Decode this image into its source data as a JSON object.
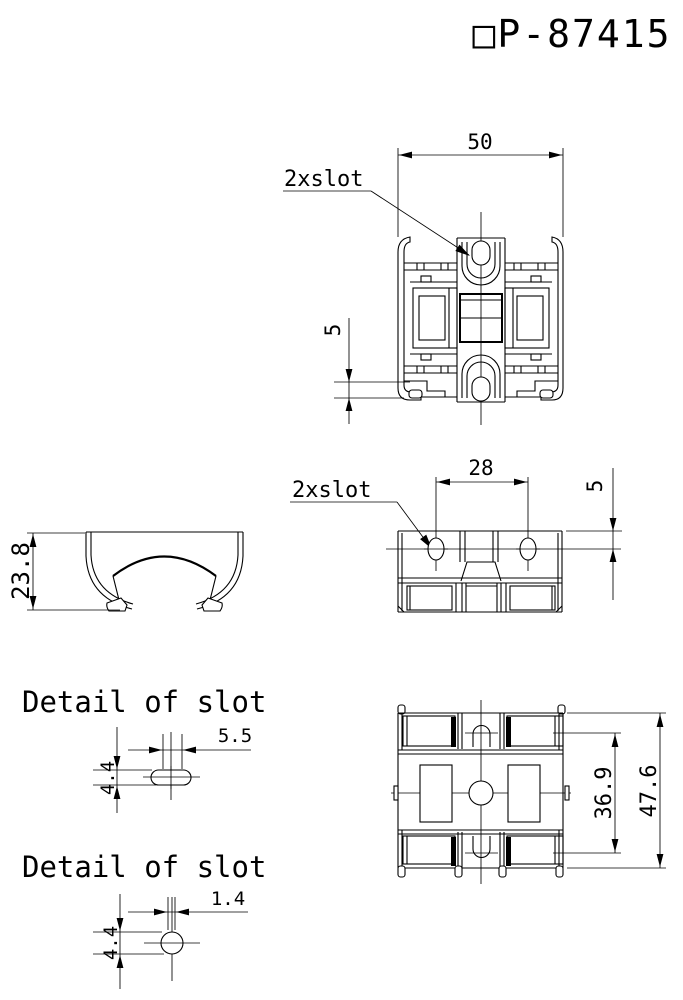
{
  "sheet": {
    "part_number": "□P-87415"
  },
  "colors": {
    "line": "#000000",
    "background": "#ffffff"
  },
  "top_view": {
    "callout": "2xslot",
    "dims": {
      "width": "50",
      "foot_height": "5"
    }
  },
  "front_view": {
    "callout": "2xslot",
    "dims": {
      "slot_spacing": "28",
      "slot_offset": "5"
    }
  },
  "side_view": {
    "dims": {
      "height": "23.8"
    }
  },
  "bottom_view": {
    "dims": {
      "inner_height": "36.9",
      "overall_height": "47.6"
    }
  },
  "slot_detail_1": {
    "heading": "Detail of slot",
    "dims": {
      "length": "5.5",
      "height": "4.4"
    }
  },
  "slot_detail_2": {
    "heading": "Detail of slot",
    "dims": {
      "width": "1.4",
      "height": "4.4"
    }
  }
}
